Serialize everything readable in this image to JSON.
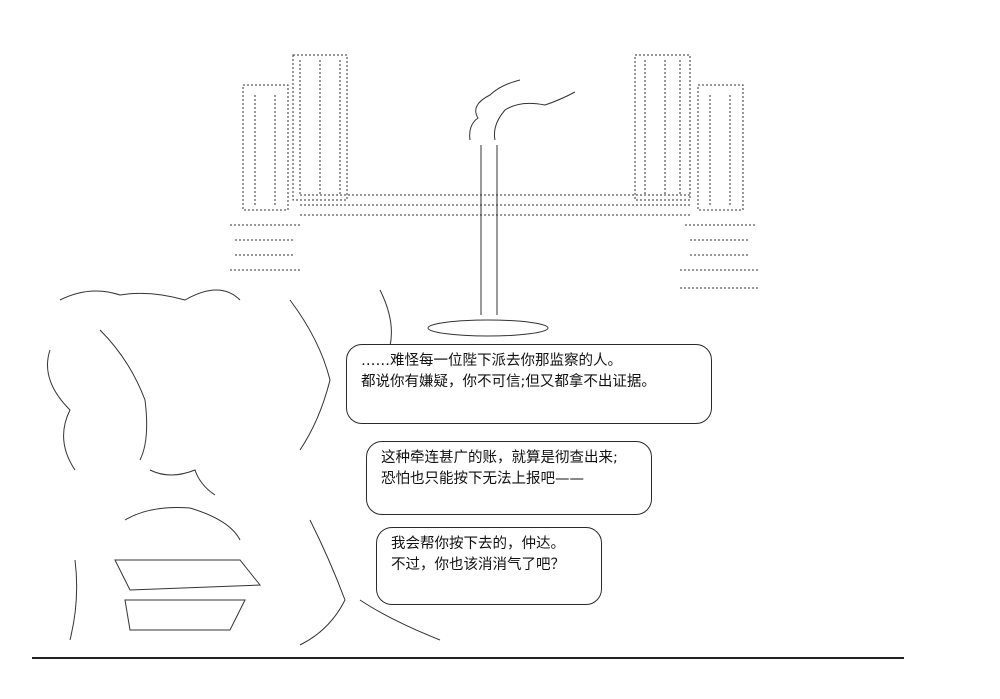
{
  "dialogue": {
    "bubble1": [
      "……难怪每一位陛下派去你那监察的人。",
      "都说你有嫌疑，你不可信;但又都拿不出证据。"
    ],
    "bubble2": [
      "这种牵连甚广的账，就算是彻查出来;",
      "恐怕也只能按下无法上报吧——"
    ],
    "bubble3": [
      "我会帮你按下去的，仲达。",
      "不过，你也该消消气了吧？"
    ]
  }
}
